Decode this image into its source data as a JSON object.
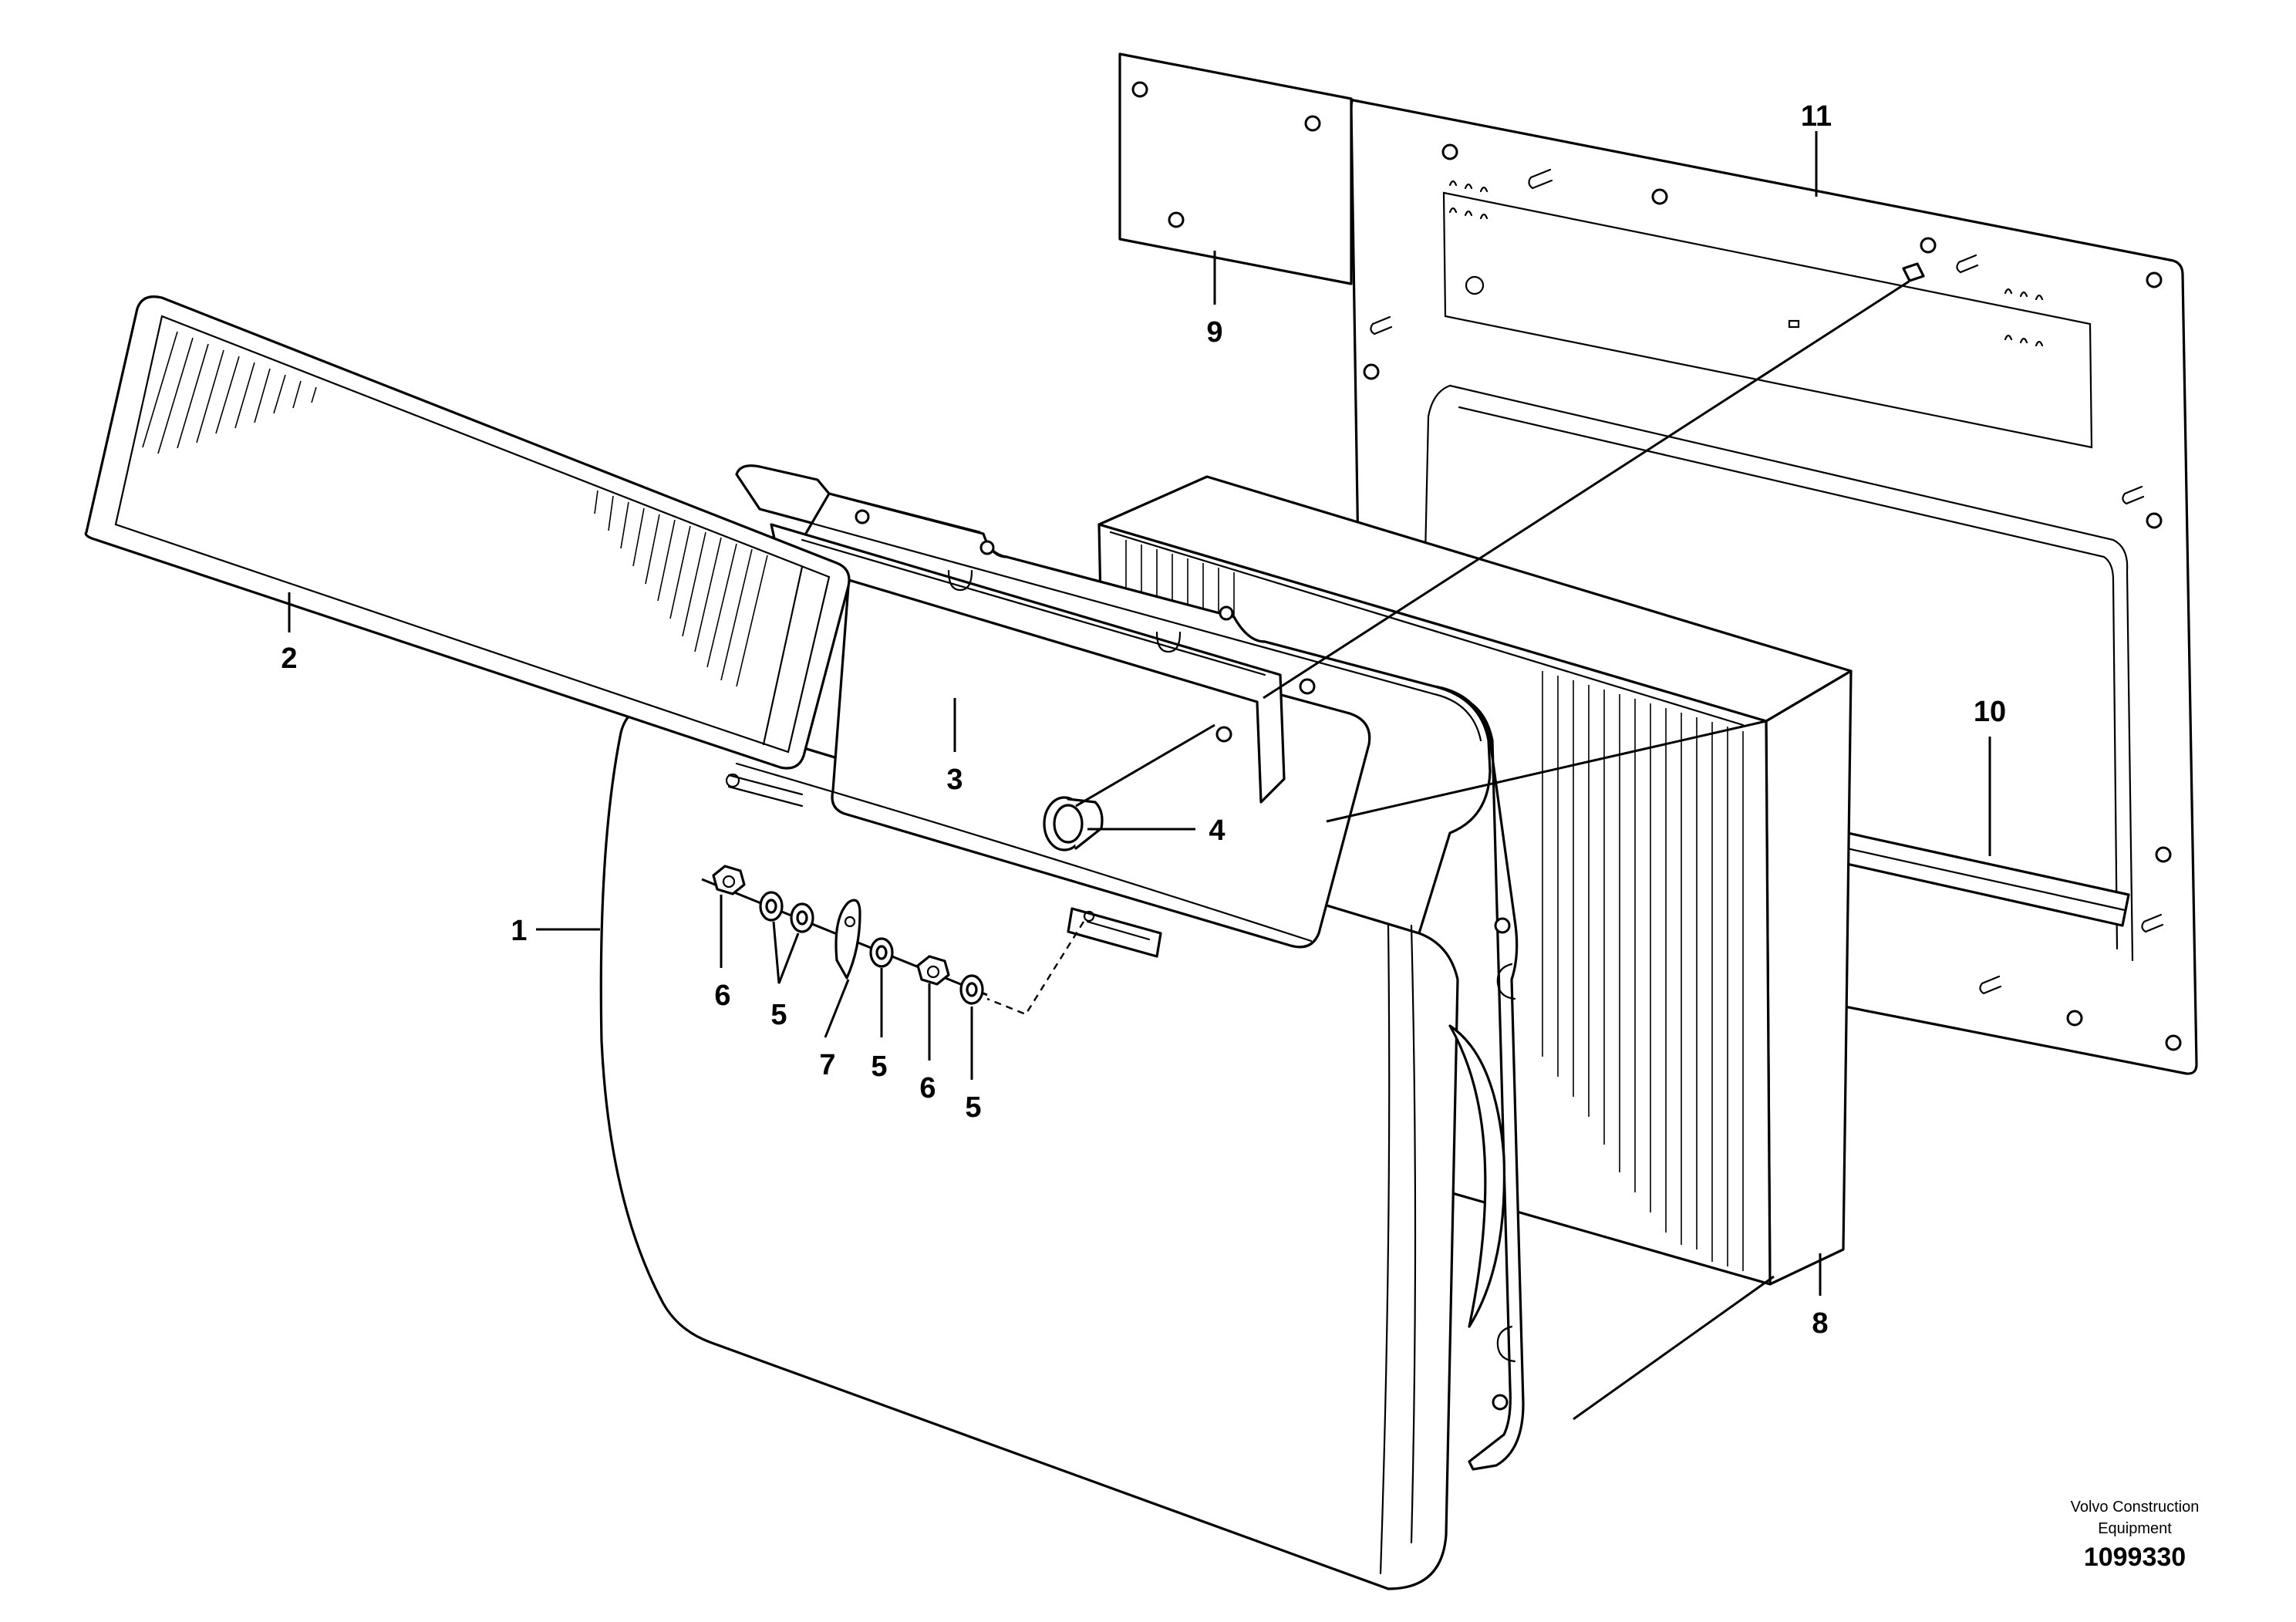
{
  "callouts": [
    {
      "id": "1",
      "label": "1"
    },
    {
      "id": "2",
      "label": "2"
    },
    {
      "id": "3",
      "label": "3"
    },
    {
      "id": "4",
      "label": "4"
    },
    {
      "id": "5a",
      "label": "5"
    },
    {
      "id": "5b",
      "label": "5"
    },
    {
      "id": "5c",
      "label": "5"
    },
    {
      "id": "6a",
      "label": "6"
    },
    {
      "id": "6b",
      "label": "6"
    },
    {
      "id": "7",
      "label": "7"
    },
    {
      "id": "8",
      "label": "8"
    },
    {
      "id": "9",
      "label": "9"
    },
    {
      "id": "10",
      "label": "10"
    },
    {
      "id": "11",
      "label": "11"
    }
  ],
  "credit": {
    "line1": "Volvo Construction",
    "line2": "Equipment",
    "number": "1099330"
  }
}
